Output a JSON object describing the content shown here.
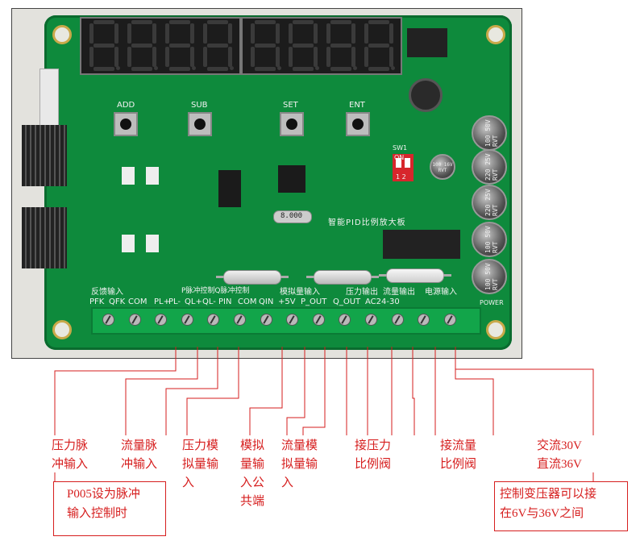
{
  "board": {
    "board_name": "智能PID比例放大板",
    "display_label_left": "",
    "display_label_right": "",
    "buttons": [
      {
        "label": "ADD"
      },
      {
        "label": "SUB"
      },
      {
        "label": "SET"
      },
      {
        "label": "ENT"
      }
    ],
    "dip_switch": {
      "label": "SW1",
      "state_label": "ON",
      "positions": "1 2"
    },
    "crystal_label": "8.000",
    "capacitors": [
      {
        "label": "100 50V RVT"
      },
      {
        "label": "220 25V RVT"
      },
      {
        "label": "220 25V RVT"
      },
      {
        "label": "100 50V RVT"
      },
      {
        "label": "100 50V RVT"
      }
    ],
    "small_cap_label": "100 16V RVT",
    "power_label": "POWER",
    "silk_group_labels": [
      "反馈输入",
      "P脉冲控制Q脉冲控制",
      "模拟量输入",
      "压力输出",
      "流量输出",
      "电源输入"
    ],
    "terminal_labels": [
      "PFK",
      "QFK",
      "COM",
      "PL+",
      "PL-",
      "QL+",
      "QL-",
      "PIN",
      "COM",
      "QIN",
      "+5V",
      "P_OUT",
      "Q_OUT",
      "AC24-30"
    ]
  },
  "annotations": [
    {
      "id": "pressure-pulse",
      "lines": [
        "压力脉",
        "冲输入"
      ]
    },
    {
      "id": "flow-pulse",
      "lines": [
        "流量脉",
        "冲输入"
      ]
    },
    {
      "id": "pressure-analog",
      "lines": [
        "压力模",
        "拟量输",
        "入"
      ]
    },
    {
      "id": "analog-common",
      "lines": [
        "模拟",
        "量输",
        "入公",
        "共端"
      ]
    },
    {
      "id": "flow-analog",
      "lines": [
        "流量模",
        "拟量输",
        "入"
      ]
    },
    {
      "id": "pressure-valve",
      "lines": [
        "接压力",
        "比例阀"
      ]
    },
    {
      "id": "flow-valve",
      "lines": [
        "接流量",
        "比例阀"
      ]
    },
    {
      "id": "power-spec",
      "lines": [
        "交流30V",
        "直流36V"
      ]
    }
  ],
  "notes": {
    "pulse_note": [
      "P005设为脉冲",
      "输入控制时"
    ],
    "transformer_note": [
      "控制变压器可以接",
      "在6V与36V之间"
    ]
  },
  "colors": {
    "annotation_red": "#d61e1e",
    "pcb_green": "#0e8a3c",
    "terminal_green": "#12a54a"
  }
}
